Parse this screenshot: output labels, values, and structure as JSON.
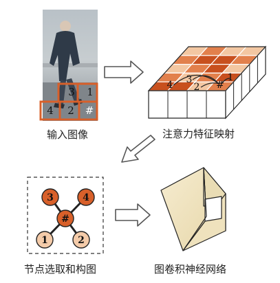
{
  "captions": {
    "input_image": "输入图像",
    "attention_feature_map": "注意力特征映射",
    "node_selection": "节点选取和构图",
    "graph_conv_network": "图卷积神经网络"
  },
  "grid_labels": {
    "cell_3": "3",
    "cell_1": "1",
    "cell_4": "4",
    "cell_2": "2",
    "cell_hash": "#"
  },
  "map_labels": {
    "cell_4": "4",
    "cell_3": "3",
    "cell_2": "2",
    "cell_1": "1",
    "cell_hash": "#"
  },
  "graph": {
    "nodes": [
      {
        "id": "3",
        "label": "3"
      },
      {
        "id": "4",
        "label": "4"
      },
      {
        "id": "#",
        "label": "#"
      },
      {
        "id": "1",
        "label": "1"
      },
      {
        "id": "2",
        "label": "2"
      }
    ],
    "edges": [
      [
        "3",
        "#"
      ],
      [
        "4",
        "#"
      ],
      [
        "#",
        "1"
      ],
      [
        "#",
        "2"
      ]
    ]
  },
  "colors": {
    "grid_orange": "#d8602a",
    "tile_dark": "#c8501e",
    "tile_mid": "#e2804c",
    "tile_light": "#f3c7a2",
    "node_dark": "#d8602a",
    "node_light": "#f4cba9",
    "gcn_face": "#f3e8c8",
    "arrow_stroke": "#555555"
  },
  "icons": {
    "arrow": "hollow-right-arrow",
    "diag_arrow": "hollow-down-left-arrow"
  }
}
